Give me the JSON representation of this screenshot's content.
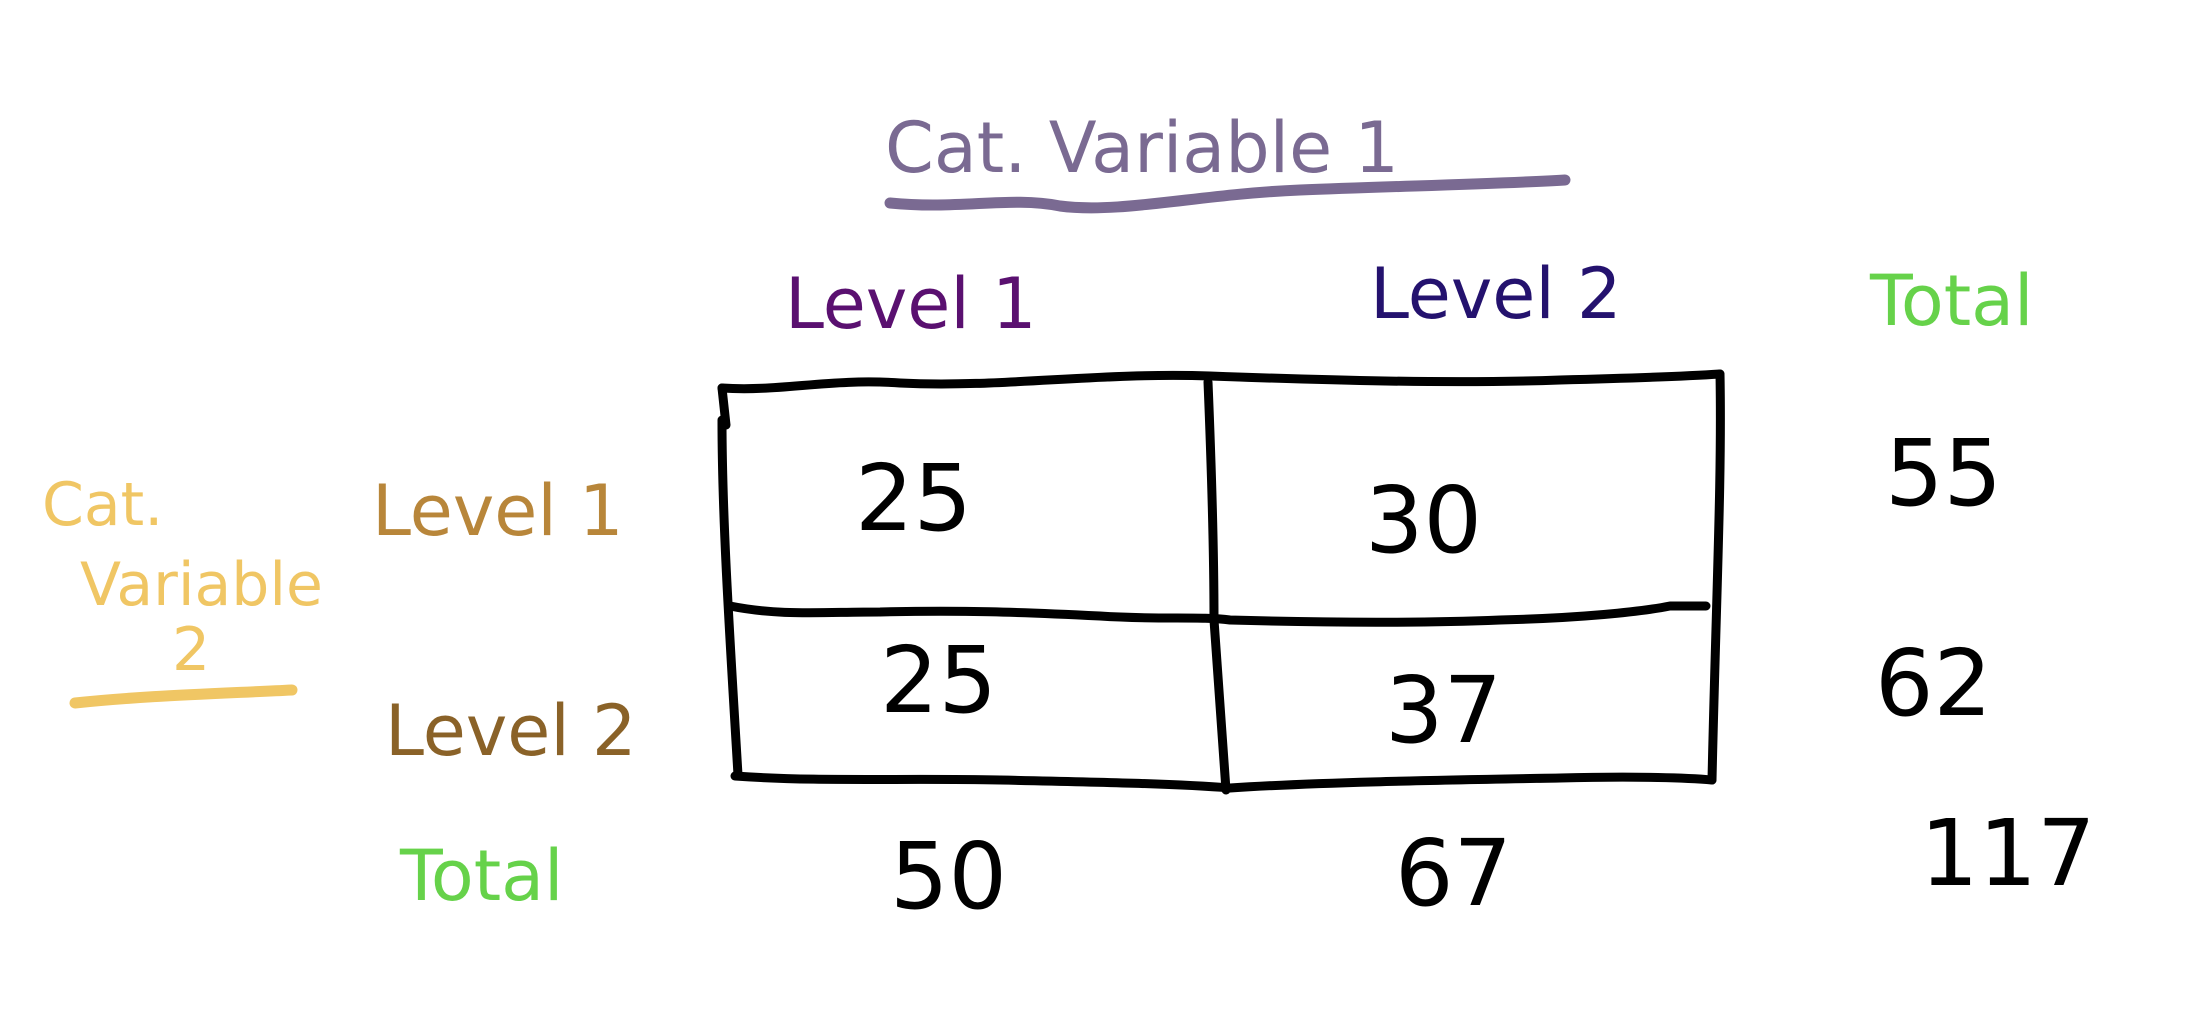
{
  "colors": {
    "col_variable": "#7a6a92",
    "col_level_1": "#5a1070",
    "col_level_2": "#24126e",
    "total": "#66d24a",
    "row_variable": "#f0c664",
    "row_level_1": "#b8863a",
    "row_level_2": "#8a6228",
    "ink": "#000000"
  },
  "column_variable": {
    "label": "Cat. Variable 1",
    "levels": [
      "Level 1",
      "Level 2"
    ],
    "total_label": "Total"
  },
  "row_variable": {
    "label_lines": [
      "Cat.",
      "Variable",
      "2"
    ],
    "levels": [
      "Level 1",
      "Level 2"
    ],
    "total_label": "Total"
  },
  "table": {
    "cells": [
      [
        "25",
        "30"
      ],
      [
        "25",
        "37"
      ]
    ],
    "row_totals": [
      "55",
      "62"
    ],
    "column_totals": [
      "50",
      "67"
    ],
    "grand_total": "117"
  }
}
